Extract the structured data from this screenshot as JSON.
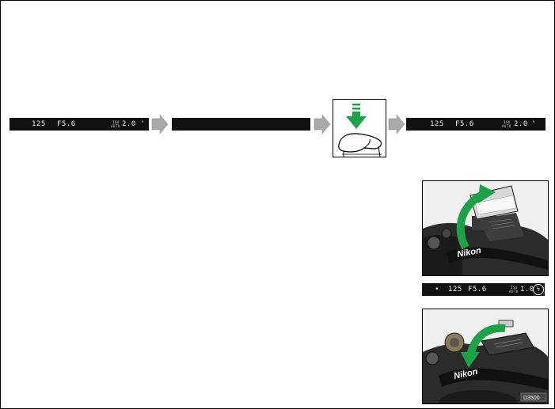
{
  "display_before": {
    "shutter": "125",
    "aperture": "F5.6",
    "iso_top": "ISO",
    "iso_bottom": "AUTO",
    "frames": "2.0",
    "frames_suffix": "k"
  },
  "display_after": {
    "shutter": "125",
    "aperture": "F5.6",
    "iso_top": "ISO",
    "iso_bottom": "AUTO",
    "frames": "2.0",
    "frames_suffix": "k"
  },
  "display_flash": {
    "dot": "•",
    "shutter": "125",
    "aperture": "F5.6",
    "iso_top": "ISO",
    "iso_bottom": "AUTO",
    "frames": "1.0",
    "flash_symbol": "ϟ"
  },
  "camera_brand": "Nikon",
  "model_badge": "D3500",
  "colors": {
    "accent_green": "#1fa14a",
    "lcd_bg": "#111111",
    "arrow_gray": "#a9a9a9"
  }
}
